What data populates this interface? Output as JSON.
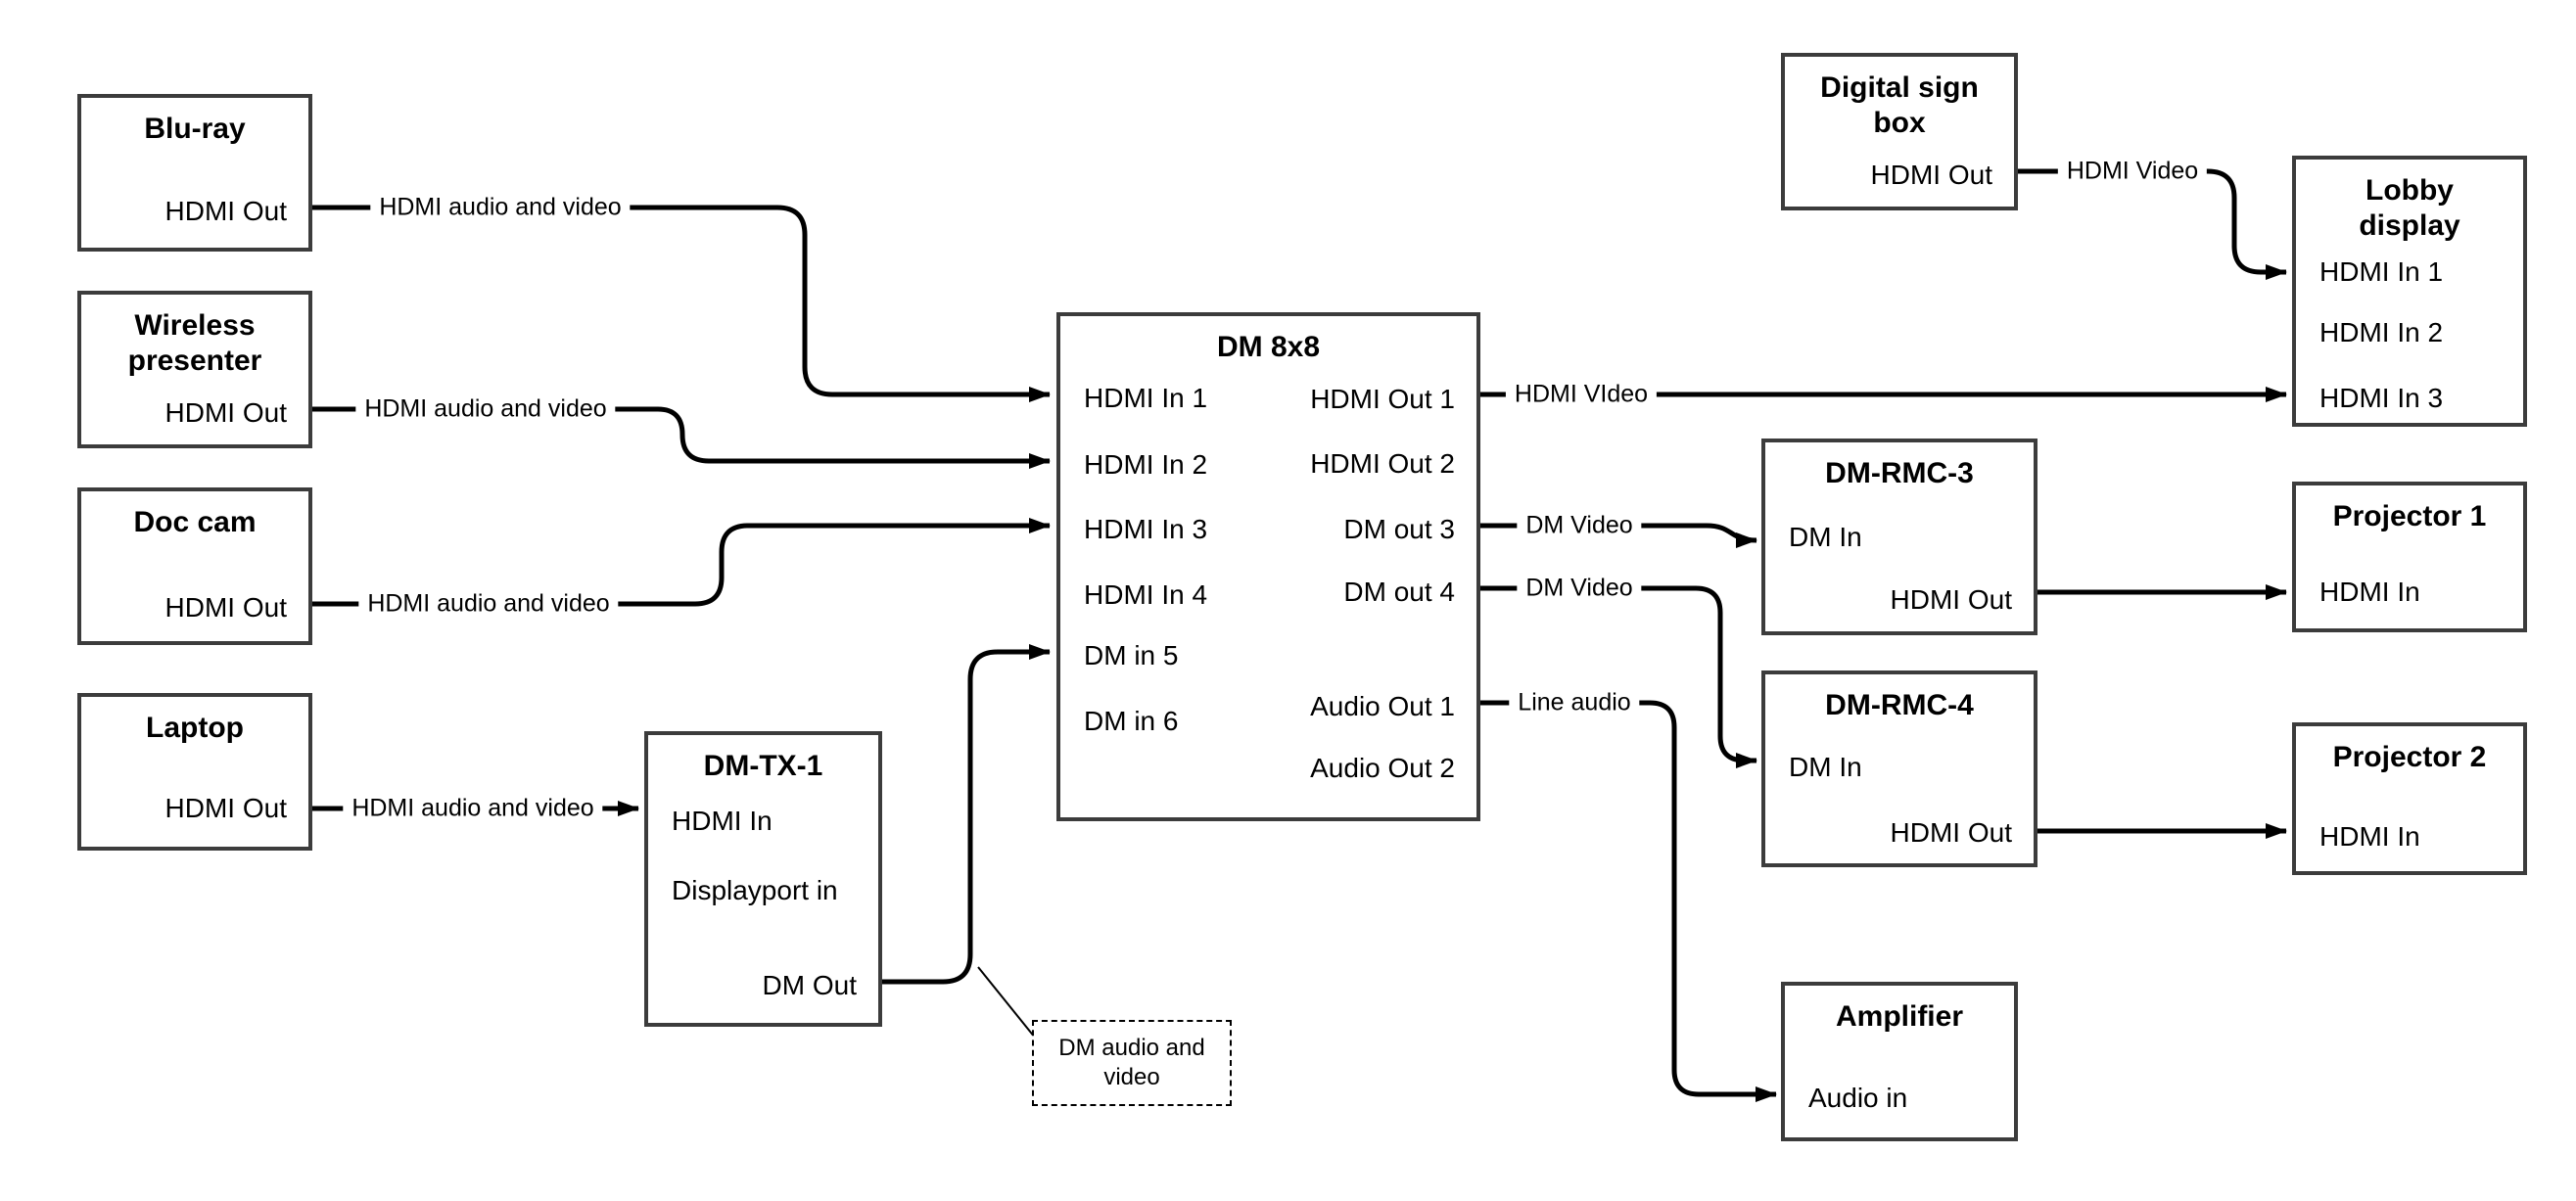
{
  "nodes": {
    "bluray": {
      "title": "Blu-ray",
      "ports": {
        "out": "HDMI Out"
      }
    },
    "wireless": {
      "title": "Wireless presenter",
      "ports": {
        "out": "HDMI Out"
      }
    },
    "doc_cam": {
      "title": "Doc cam",
      "ports": {
        "out": "HDMI Out"
      }
    },
    "laptop": {
      "title": "Laptop",
      "ports": {
        "out": "HDMI Out"
      }
    },
    "dm_tx_1": {
      "title": "DM-TX-1",
      "ports": {
        "hdmi_in": "HDMI In",
        "dp_in": "Displayport in",
        "dm_out": "DM Out"
      }
    },
    "dm_8x8": {
      "title": "DM 8x8",
      "ports": {
        "in1": "HDMI In 1",
        "in2": "HDMI In 2",
        "in3": "HDMI In 3",
        "in4": "HDMI In 4",
        "in5": "DM in 5",
        "in6": "DM in 6",
        "out1": "HDMI Out 1",
        "out2": "HDMI Out 2",
        "out3": "DM out 3",
        "out4": "DM out 4",
        "aout1": "Audio Out 1",
        "aout2": "Audio Out 2"
      }
    },
    "digital_sign": {
      "title": "Digital sign box",
      "ports": {
        "out": "HDMI Out"
      }
    },
    "lobby": {
      "title": "Lobby display",
      "ports": {
        "in1": "HDMI In 1",
        "in2": "HDMI In 2",
        "in3": "HDMI In 3"
      }
    },
    "dm_rmc_3": {
      "title": "DM-RMC-3",
      "ports": {
        "dm_in": "DM In",
        "hdmi_out": "HDMI Out"
      }
    },
    "projector_1": {
      "title": "Projector 1",
      "ports": {
        "in": "HDMI In"
      }
    },
    "dm_rmc_4": {
      "title": "DM-RMC-4",
      "ports": {
        "dm_in": "DM In",
        "hdmi_out": "HDMI Out"
      }
    },
    "projector_2": {
      "title": "Projector 2",
      "ports": {
        "in": "HDMI In"
      }
    },
    "amplifier": {
      "title": "Amplifier",
      "ports": {
        "audio_in": "Audio in"
      }
    }
  },
  "edge_labels": {
    "bluray_to_dm8x8": "HDMI audio and video",
    "wireless_to_dm8x8": "HDMI audio and video",
    "doccam_to_dm8x8": "HDMI audio and video",
    "laptop_to_dmtx1": "HDMI audio and video",
    "out1_to_lobby": "HDMI VIdeo",
    "out3_to_rmc3": "DM Video",
    "out4_to_rmc4": "DM Video",
    "aout1_to_amp": "Line audio",
    "sign_to_lobby": "HDMI Video"
  },
  "callout": {
    "text": "DM audio and video"
  },
  "colors": {
    "background": "#ffffff",
    "line": "#000000",
    "box_border": "#3c3c3c",
    "text": "#000000"
  }
}
